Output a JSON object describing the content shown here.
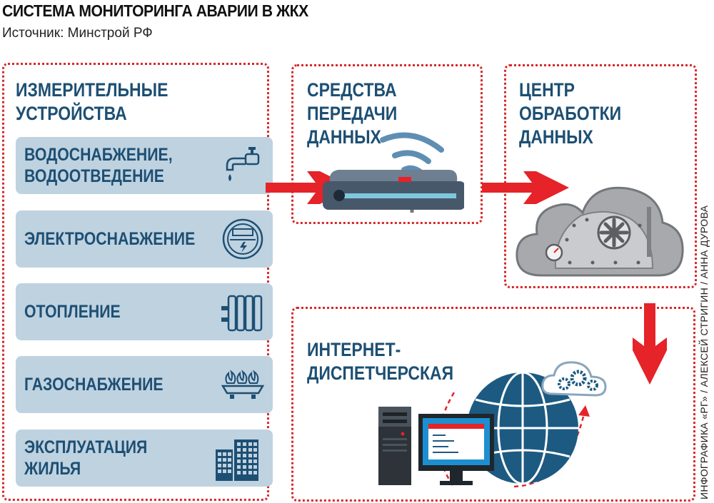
{
  "title": "СИСТЕМА МОНИТОРИНГА АВАРИИ В ЖКХ",
  "subtitle": "Источник: Минстрой РФ",
  "measuring": {
    "heading": "ИЗМЕРИТЕЛЬНЫЕ\nУСТРОЙСТВА",
    "items": [
      {
        "label": "ВОДОСНАБЖЕНИЕ,\nВОДООТВЕДЕНИЕ",
        "icon": "faucet-icon"
      },
      {
        "label": "ЭЛЕКТРОСНАБЖЕНИЕ",
        "icon": "electric-meter-icon"
      },
      {
        "label": "ОТОПЛЕНИЕ",
        "icon": "radiator-icon"
      },
      {
        "label": "ГАЗОСНАБЖЕНИЕ",
        "icon": "gas-burner-icon"
      },
      {
        "label": "ЭКСПЛУАТАЦИЯ\nЖИЛЬЯ",
        "icon": "apartment-building-icon"
      }
    ]
  },
  "transmission": {
    "heading": "СРЕДСТВА\nПЕРЕДАЧИ\nДАННЫХ",
    "icon": "wifi-router-icon"
  },
  "processing": {
    "heading": "ЦЕНТР\nОБРАБОТКИ\nДАННЫХ",
    "icon": "cloud-vault-icon"
  },
  "dispatch": {
    "heading": "ИНТЕРНЕТ-\nДИСПЕТЧЕРСКАЯ",
    "icon": "globe-computer-icon"
  },
  "credit": "ИНФОГРАФИКА «РГ» / АЛЕКСЕЙ СТРИГИН / АННА ДУРОВА",
  "colors": {
    "accent_red": "#e52329",
    "dark_blue": "#1d4f73",
    "item_bg": "#bfd2e0"
  }
}
